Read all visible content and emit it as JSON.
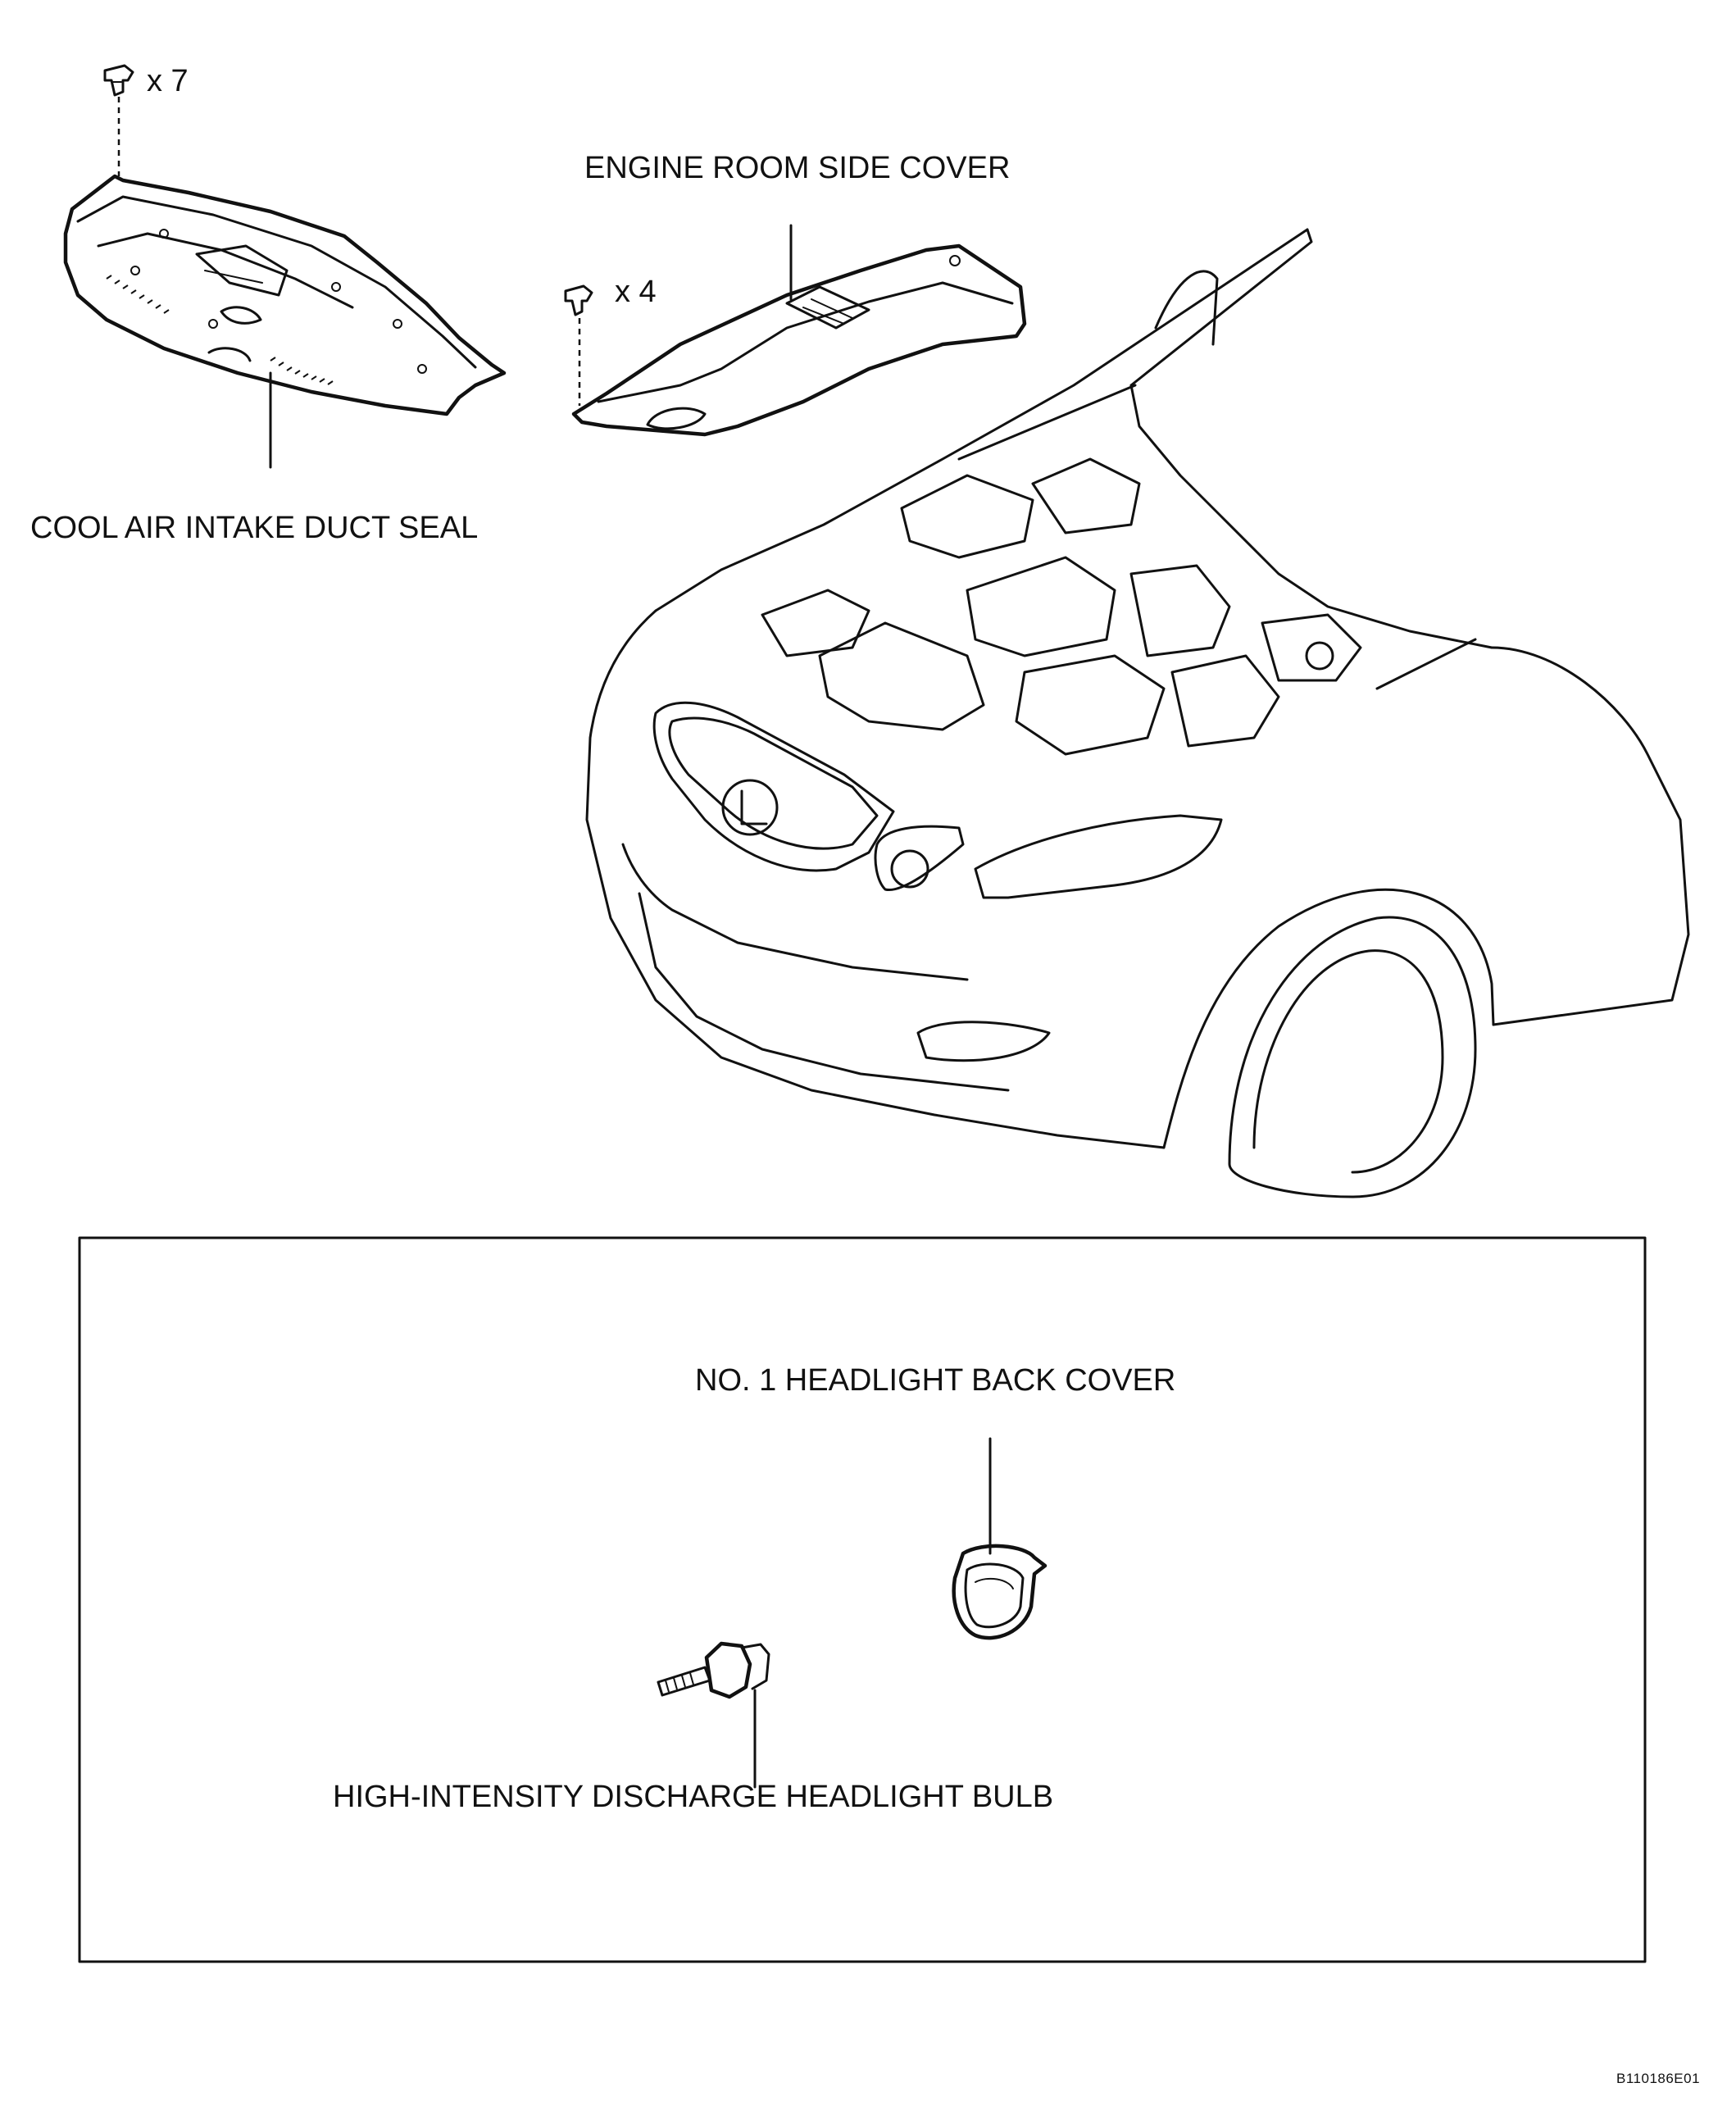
{
  "labels": {
    "cool_air_intake_duct_seal": "COOL AIR INTAKE DUCT SEAL",
    "engine_room_side_cover": "ENGINE ROOM SIDE COVER",
    "clip_qty_duct": "x 7",
    "clip_qty_side": "x 4",
    "headlight_back_cover": "NO. 1 HEADLIGHT BACK COVER",
    "hid_headlight_bulb": "HIGH-INTENSITY DISCHARGE HEADLIGHT BULB"
  },
  "figure_code": "B110186E01",
  "colors": {
    "line": "#111111",
    "background": "#ffffff"
  }
}
